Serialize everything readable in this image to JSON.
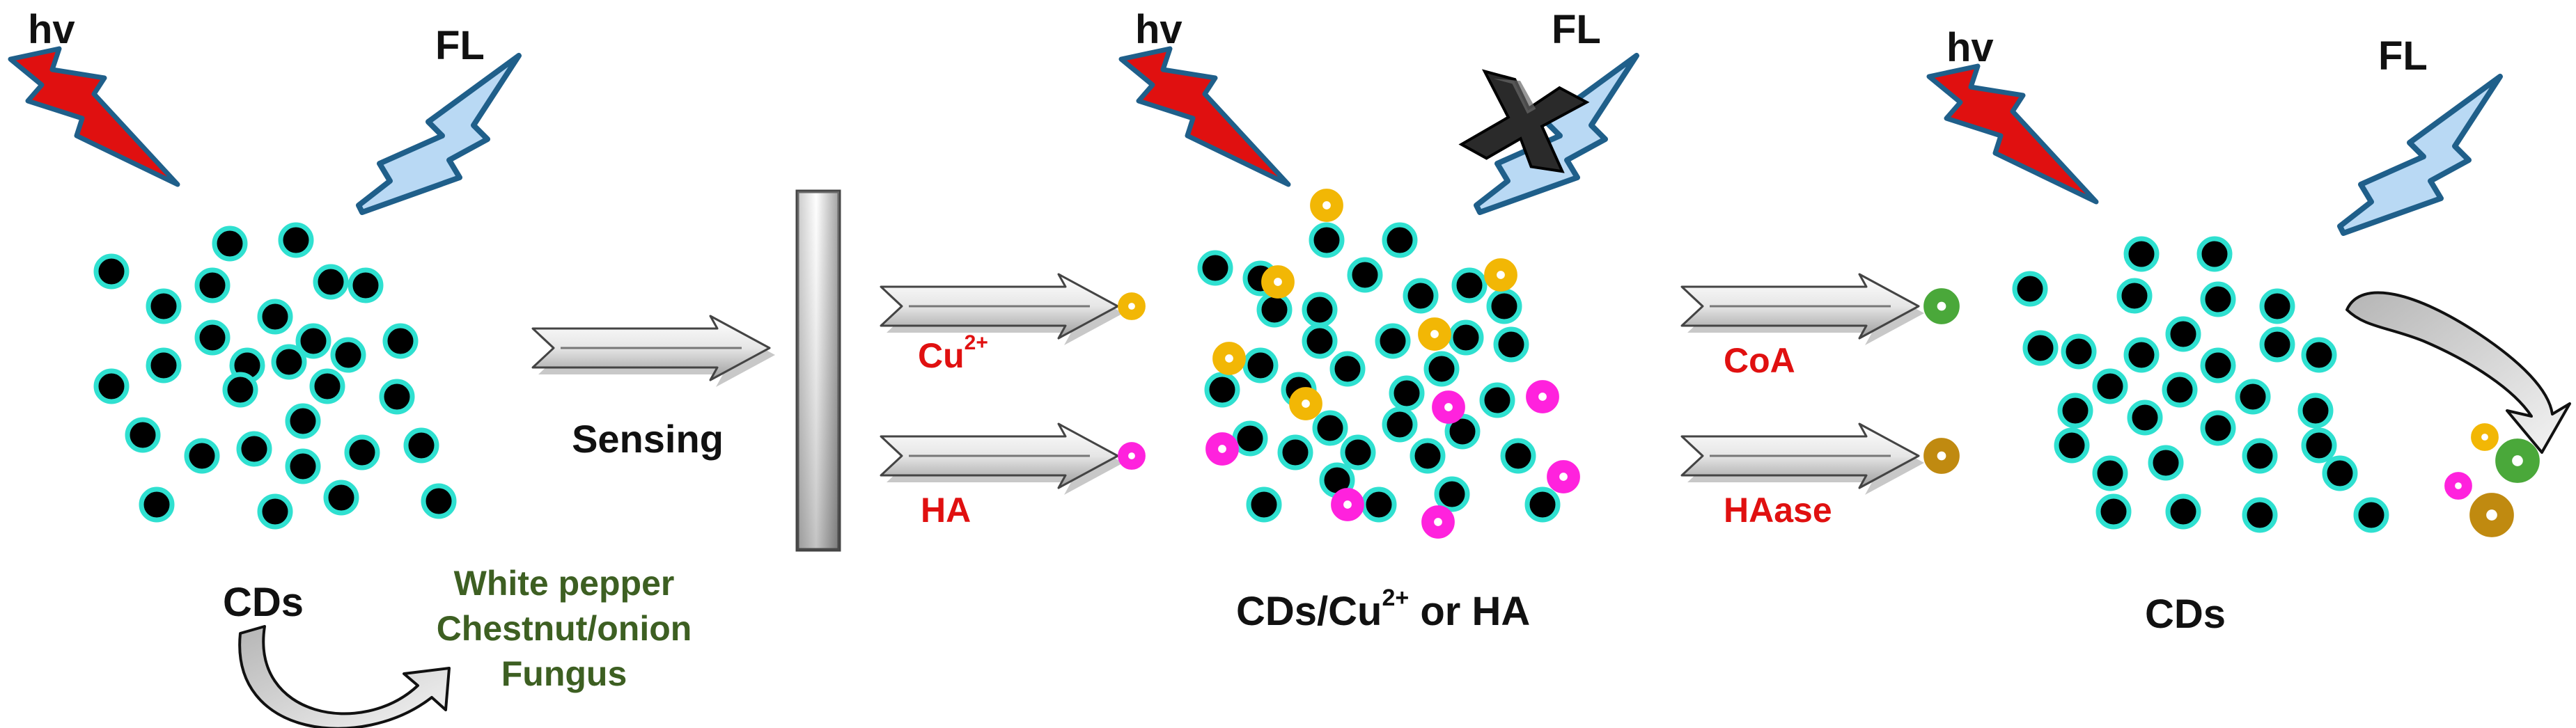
{
  "colors": {
    "dot_fill": "#000000",
    "dot_ring": "#2fe0d0",
    "cu_ion": "#f2b705",
    "ha": "#ff22dd",
    "coa": "#4aa83a",
    "haase": "#c08a10",
    "hv_bolt": "#e01010",
    "fl_bolt": "#b9d9f4",
    "bolt_outline": "#1f5f8a",
    "label_red": "#e01010",
    "label_green": "#3d5f22",
    "label_dark": "#111111"
  },
  "labels": {
    "hv": "hv",
    "fl": "FL",
    "sensing": "Sensing",
    "cu": "Cu",
    "cu_sup": "2+",
    "ha": "HA",
    "coa": "CoA",
    "haase": "HAase",
    "cds": "CDs",
    "cds_complex_pre": "CDs/Cu",
    "cds_complex_sup": "2+",
    "cds_complex_post": " or HA",
    "source_1": "White pepper",
    "source_2": "Chestnut/onion",
    "source_3": "Fungus"
  },
  "icons": {
    "hv_icon": "lightning-bolt-red",
    "fl_icon": "lightning-bolt-blue",
    "quench_icon": "black-cross",
    "arrow_icon": "double-arrow-right",
    "curved_arrow": "curved-arrow"
  }
}
